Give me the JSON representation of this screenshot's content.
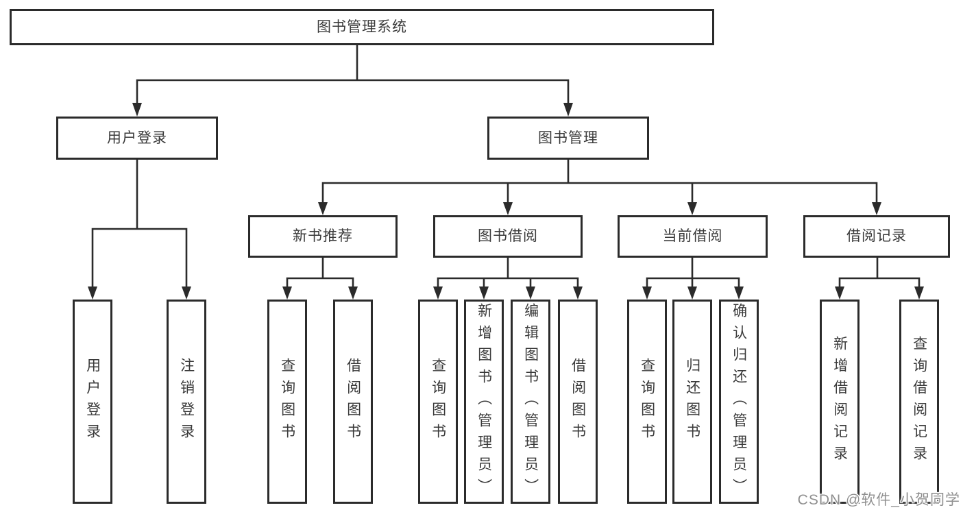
{
  "tree": {
    "label": "图书管理系统",
    "children": [
      {
        "label": "用户登录",
        "children": [
          {
            "label": "用户登录"
          },
          {
            "label": "注销登录"
          }
        ]
      },
      {
        "label": "图书管理",
        "children": [
          {
            "label": "新书推荐",
            "children": [
              {
                "label": "查询图书"
              },
              {
                "label": "借阅图书"
              }
            ]
          },
          {
            "label": "图书借阅",
            "children": [
              {
                "label": "查询图书"
              },
              {
                "label": "新增图书（管理员）"
              },
              {
                "label": "编辑图书（管理员）"
              },
              {
                "label": "借阅图书"
              }
            ]
          },
          {
            "label": "当前借阅",
            "children": [
              {
                "label": "查询图书"
              },
              {
                "label": "归还图书"
              },
              {
                "label": "确认归还（管理员）"
              }
            ]
          },
          {
            "label": "借阅记录",
            "children": [
              {
                "label": "新增借阅记录"
              },
              {
                "label": "查询借阅记录"
              }
            ]
          }
        ]
      }
    ]
  },
  "watermark": "CSDN @软件_小贺同学",
  "colors": {
    "line": "#2b2b2b",
    "text": "#3a3a3a",
    "watermark": "#8f8f8f",
    "background": "#ffffff"
  }
}
